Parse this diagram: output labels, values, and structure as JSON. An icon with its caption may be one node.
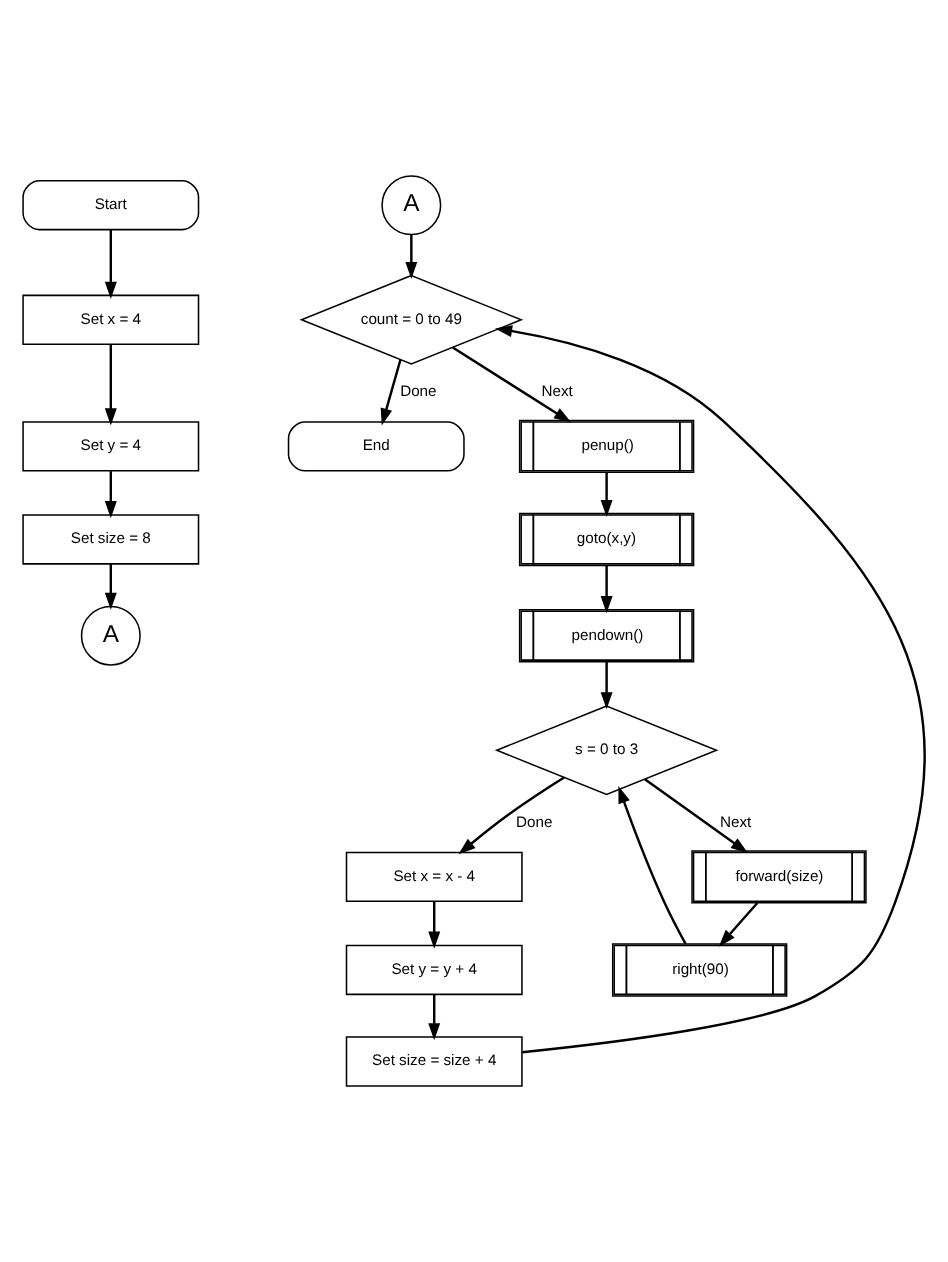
{
  "diagram": {
    "nodes": [
      {
        "text": [
          "Start"
        ]
      },
      {
        "text": [
          "Set x = 4"
        ]
      },
      {
        "text": [
          "Set y = 4"
        ]
      },
      {
        "text": [
          "Set size = 8"
        ]
      },
      {
        "text": [
          "A"
        ]
      },
      {
        "text": [
          "A"
        ]
      },
      {
        "text": [
          "count = 0 to 49"
        ]
      },
      {
        "text": [
          "penup()"
        ]
      },
      {
        "text": [
          "goto(x,y)"
        ]
      },
      {
        "text": [
          "pendown()"
        ]
      },
      {
        "text": [
          "s = 0 to 3"
        ]
      },
      {
        "text": [
          "forward(size)"
        ]
      },
      {
        "text": [
          "right(90)"
        ]
      },
      {
        "text": [
          "Set x = x - 4"
        ]
      },
      {
        "text": [
          "Set y = y + 4"
        ]
      },
      {
        "text": [
          "Set size = size + 4"
        ]
      },
      {
        "text": [
          "End"
        ]
      }
    ],
    "edges": [
      {
        "from": 0,
        "to": 1,
        "arrow": "to"
      },
      {
        "from": 1,
        "to": 2,
        "arrow": "to"
      },
      {
        "from": 2,
        "to": 3,
        "arrow": "to"
      },
      {
        "from": 3,
        "to": 4,
        "arrow": "to"
      },
      {
        "from": 5,
        "to": 6,
        "arrow": "to"
      },
      {
        "from": 6,
        "to": 7,
        "arrow": "to",
        "label": "Next"
      },
      {
        "from": 7,
        "to": 8,
        "arrow": "to"
      },
      {
        "from": 8,
        "to": 9,
        "arrow": "to"
      },
      {
        "from": 9,
        "to": 10,
        "arrow": "to"
      },
      {
        "from": 10,
        "to": 11,
        "arrow": "to",
        "label": "Next"
      },
      {
        "from": 11,
        "to": 12,
        "arrow": "to"
      },
      {
        "from": 12,
        "to": 10,
        "arrow": "to"
      },
      {
        "from": 10,
        "to": 13,
        "arrow": "to",
        "label": "Done"
      },
      {
        "from": 13,
        "to": 14,
        "arrow": "to"
      },
      {
        "from": 14,
        "to": 15,
        "arrow": "to"
      },
      {
        "from": 15,
        "to": 6,
        "arrow": "to"
      },
      {
        "from": 6,
        "to": 16,
        "arrow": "to",
        "label": "Done"
      }
    ]
  }
}
